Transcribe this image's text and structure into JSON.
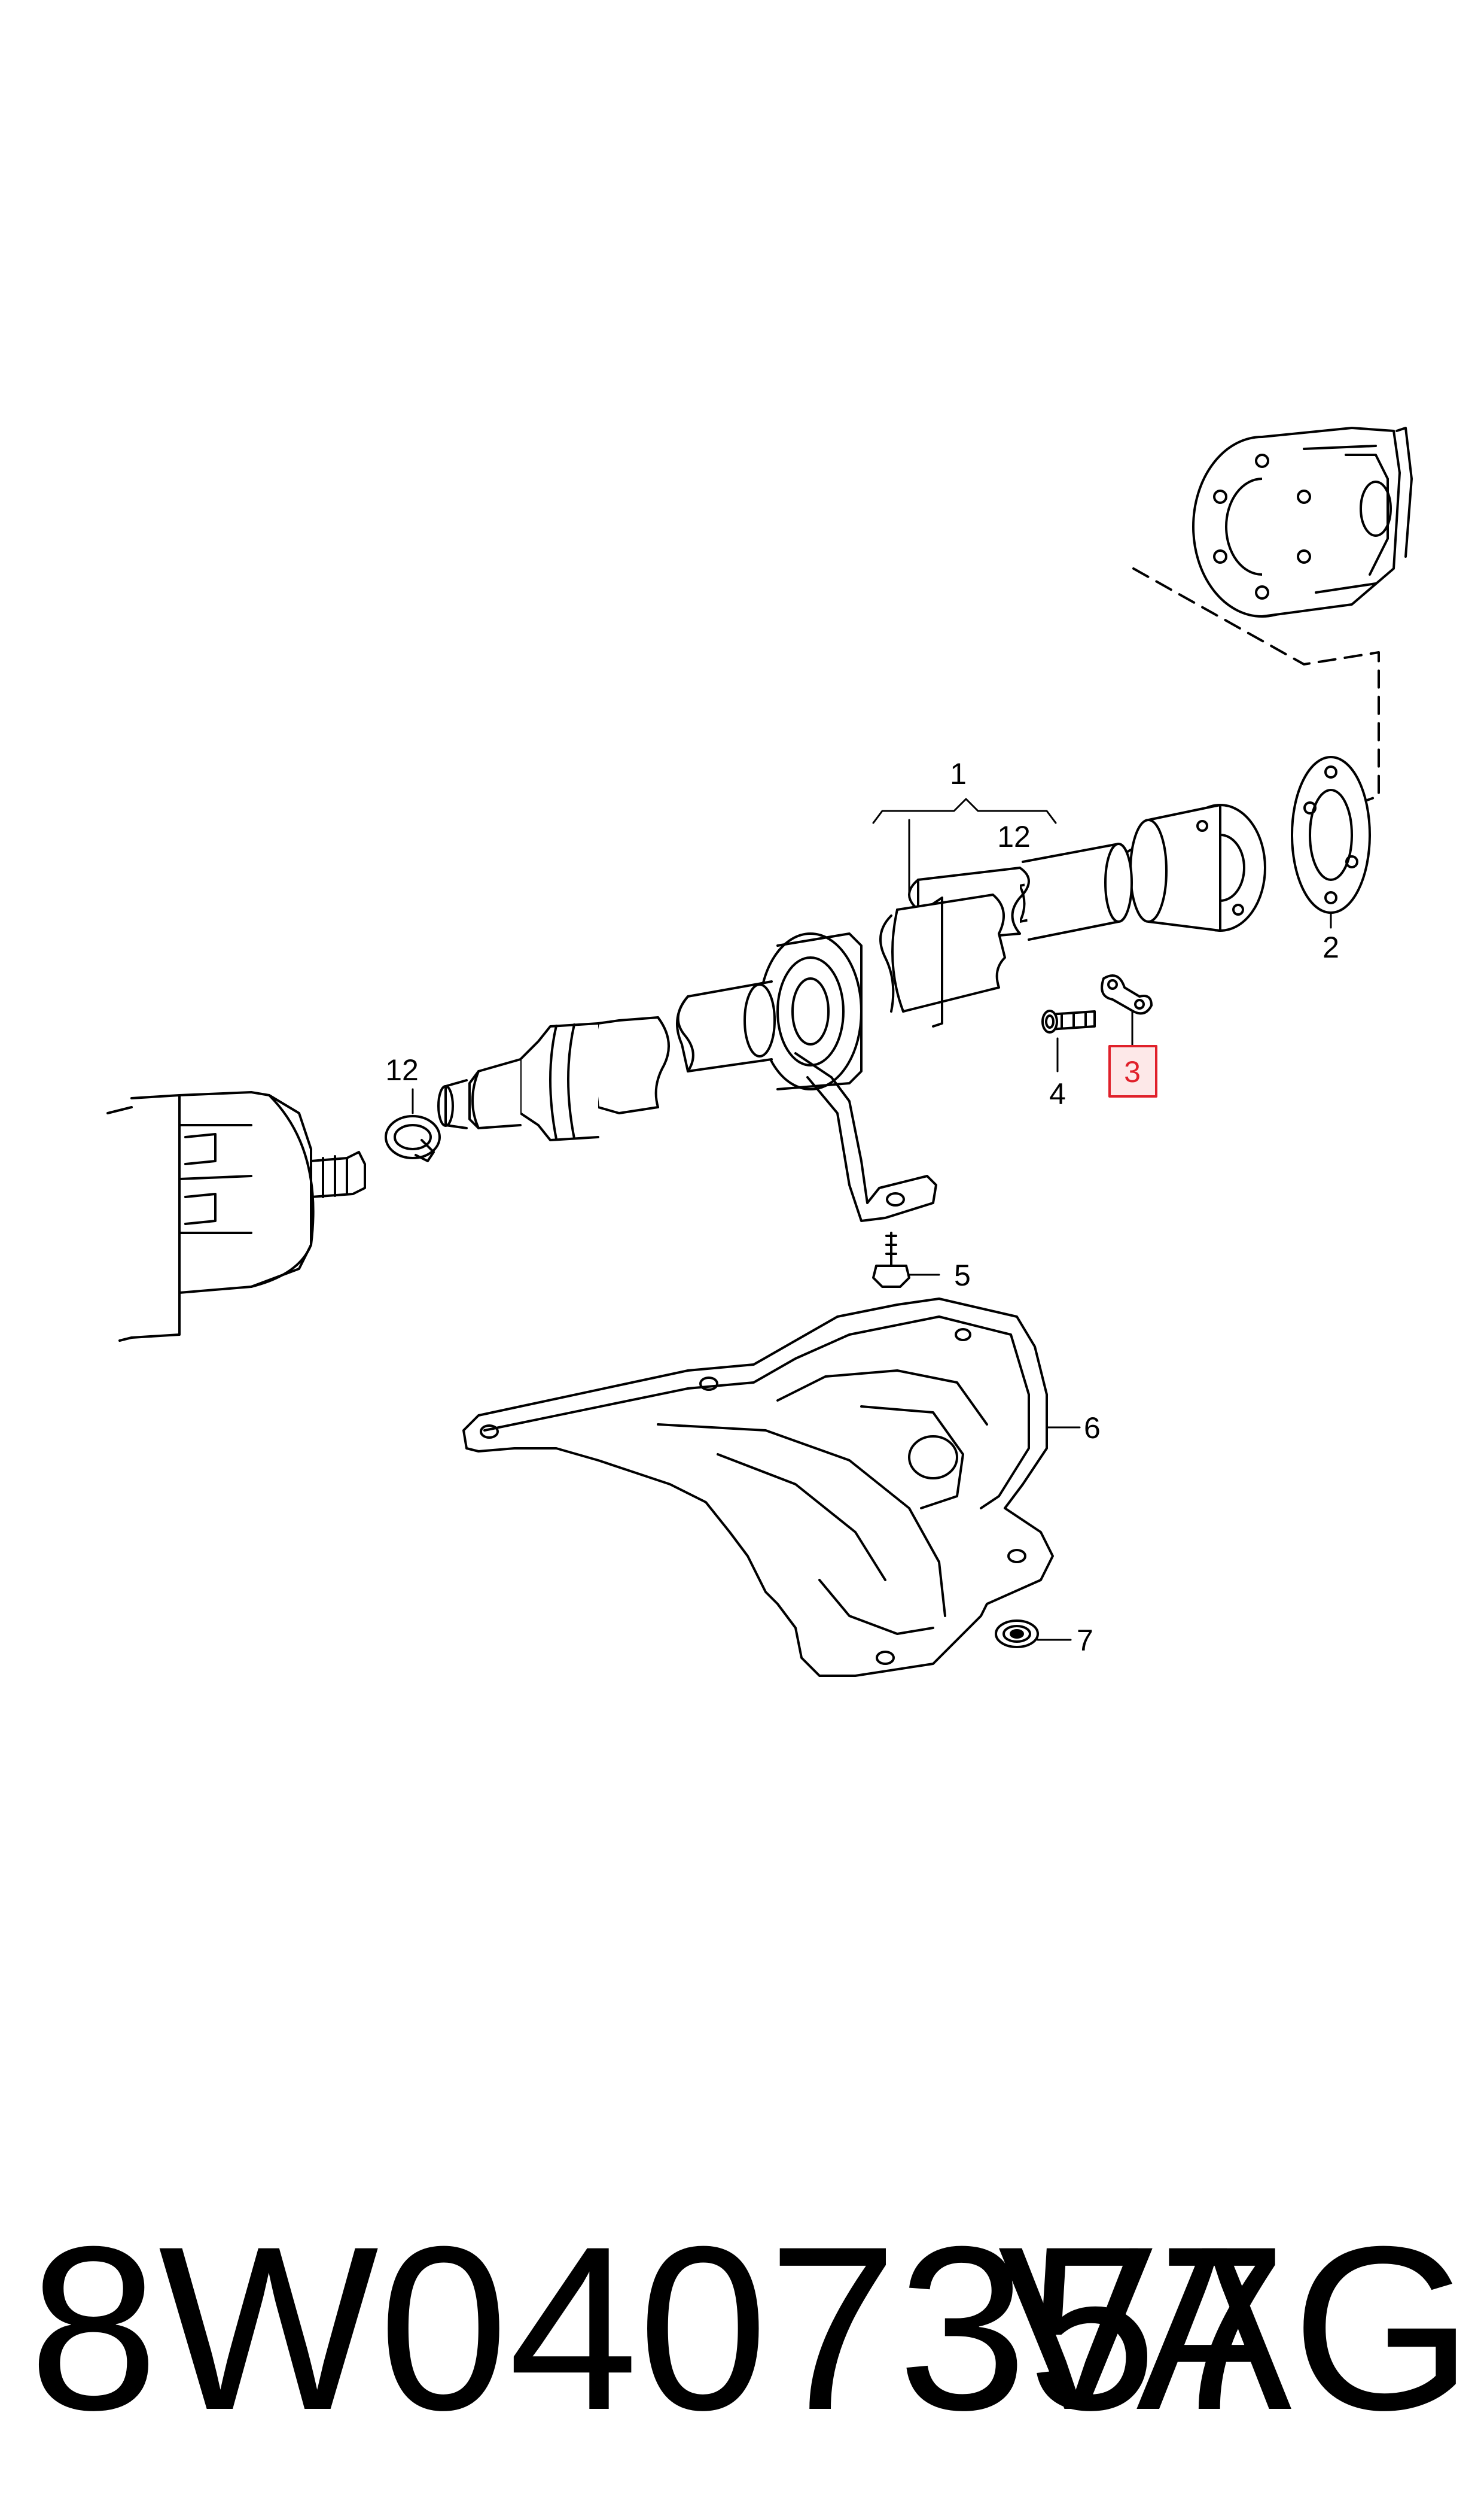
{
  "callouts": {
    "c1": "1",
    "c2": "2",
    "c3": "3",
    "c4": "4",
    "c5": "5",
    "c6": "6",
    "c7": "7",
    "c12_top": "12",
    "c12_left": "12"
  },
  "highlight_callout": "3",
  "colors": {
    "highlight_stroke": "#e0202a",
    "highlight_fill": "#fde8e8",
    "line": "#000000"
  },
  "footer": {
    "part_number": "8W0407357",
    "brand": "VAG"
  }
}
